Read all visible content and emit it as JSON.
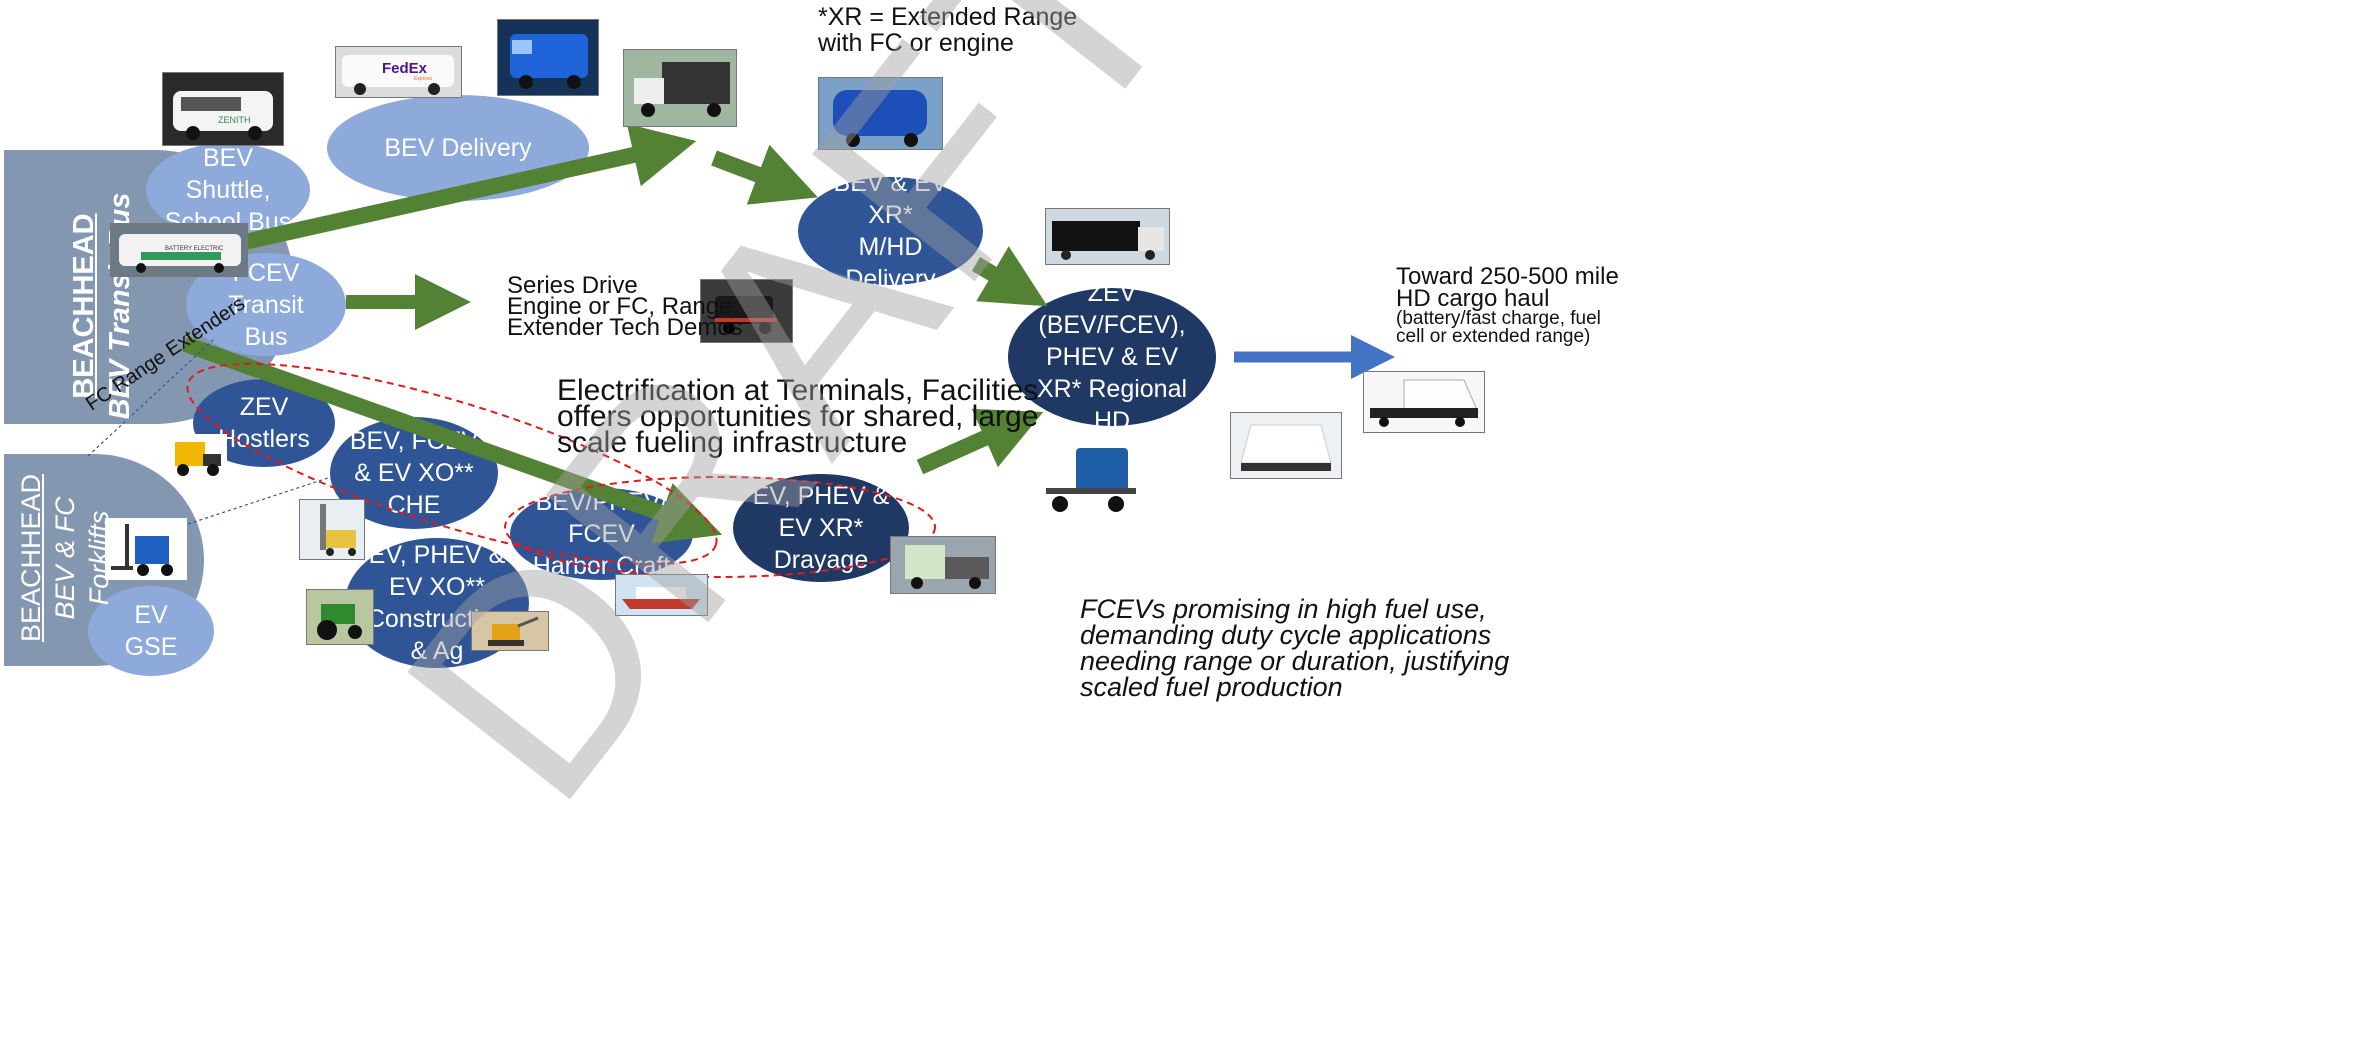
{
  "beachheads": {
    "transit": {
      "title": "BEACHHEAD",
      "subtitle": "BEV Transit Bus"
    },
    "forklift": {
      "title": "BEACHHEAD",
      "subtitle": "BEV & FC",
      "subtitle2": "Forklifts"
    }
  },
  "nodes": {
    "shuttle": "BEV\nShuttle,\nSchool Bus",
    "bev_delivery": "BEV Delivery",
    "fcev_transit": "FCEV\nTransit\nBus",
    "zev_hostlers": "ZEV\nHostlers",
    "che": "BEV, FCEV\n& EV XO**\nCHE",
    "construction": "EV, PHEV &\nEV XO**\nConstruction\n& Ag",
    "harbor": "BEV/PHEV/\nFCEV\nHarbor Craft",
    "drayage": "EV, PHEV &\nEV XR*\nDrayage",
    "mhd_delivery": "BEV & EV\nXR*\nM/HD\nDelivery",
    "regional_hd": "ZEV\n(BEV/FCEV),\nPHEV & EV\nXR* Regional\nHD",
    "ev_gse": "EV\nGSE"
  },
  "notes": {
    "xr_line1": "*XR = Extended Range",
    "xr_line2": "with FC or engine",
    "series_line1": "Series Drive",
    "series_line2": "Engine or FC, Range",
    "series_line3": "Extender Tech Demos",
    "terminals_line1": "Electrification at Terminals, Facilities",
    "terminals_line2": "offers opportunities for shared, large",
    "terminals_line3": "scale fueling infrastructure",
    "fc_range": "FC Range Extenders",
    "toward_line1": "Toward 250-500 mile",
    "toward_line2": "HD cargo haul",
    "toward_small1": "(battery/fast charge, fuel",
    "toward_small2": "cell or extended range)",
    "fcev_line1": "FCEVs promising in high fuel use,",
    "fcev_line2": "demanding duty cycle applications",
    "fcev_line3": "needing range or duration, justifying",
    "fcev_line4": "scaled fuel production"
  },
  "watermark": "DRAFT",
  "photos": {
    "zenith_logo": "ZENITH",
    "fedex_logo": "FedEx",
    "fedex_sub": "Express",
    "transit_bus_text": "BATTERY ELECTRIC"
  },
  "colors": {
    "light_blue": "#8eaadb",
    "mid_blue": "#2f5597",
    "navy": "#1f3864",
    "beachhead_gray": "#8497b0",
    "arrow_green": "#548235",
    "arrow_blue": "#4472c4",
    "dash_red": "#e31a1c"
  }
}
